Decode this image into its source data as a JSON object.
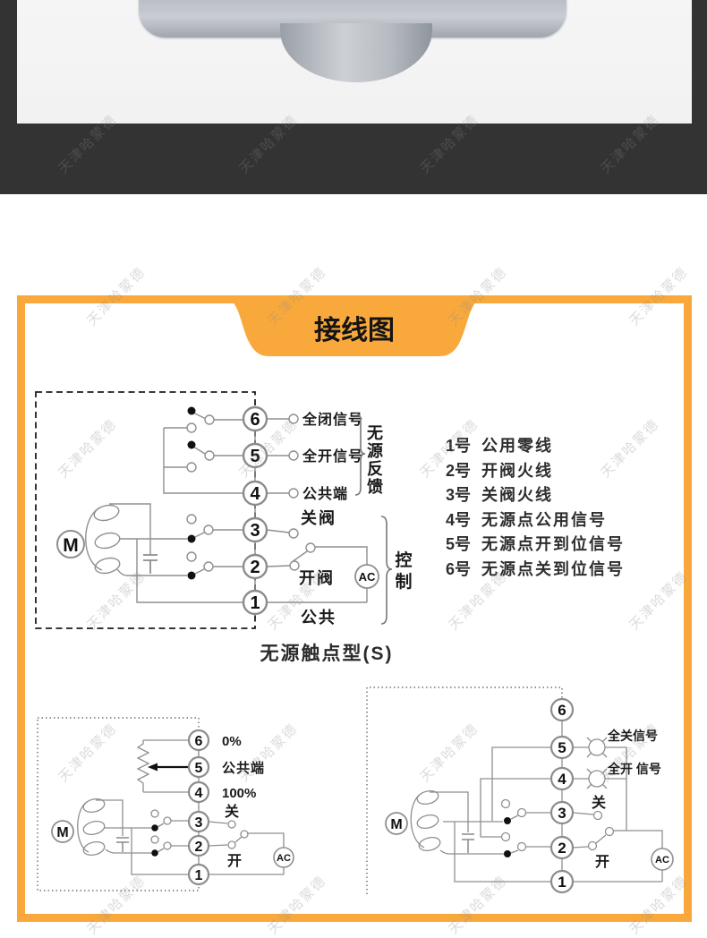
{
  "watermark": {
    "text": "天津哈蒙德"
  },
  "colors": {
    "accent_orange": "#F9A93C",
    "header_bg": "#333333"
  },
  "panel": {
    "title": "接线图"
  },
  "legend": {
    "items": [
      {
        "num": "1号",
        "label": "公用零线"
      },
      {
        "num": "2号",
        "label": "开阀火线"
      },
      {
        "num": "3号",
        "label": "关阀火线"
      },
      {
        "num": "4号",
        "label": "无源点公用信号"
      },
      {
        "num": "5号",
        "label": "无源点开到位信号"
      },
      {
        "num": "6号",
        "label": "无源点关到位信号"
      }
    ]
  },
  "diagram_s": {
    "caption": "无源触点型(S)",
    "motor_label": "M",
    "ac_label": "AC",
    "terminals": [
      {
        "num": "6",
        "label": "全闭信号"
      },
      {
        "num": "5",
        "label": "全开信号"
      },
      {
        "num": "4",
        "label": "公共端"
      },
      {
        "num": "3",
        "label": "关阀"
      },
      {
        "num": "2",
        "label": "开阀"
      },
      {
        "num": "1",
        "label": "公共"
      }
    ],
    "groups": [
      {
        "label": "无源反馈",
        "chars": [
          "无",
          "源",
          "反",
          "馈"
        ]
      },
      {
        "label": "控制",
        "chars": [
          "控",
          "制"
        ]
      }
    ]
  },
  "diagram_pot": {
    "motor_label": "M",
    "ac_label": "AC",
    "terminals": [
      {
        "num": "6",
        "label": "0%"
      },
      {
        "num": "5",
        "label": "公共端"
      },
      {
        "num": "4",
        "label": "100%"
      },
      {
        "num": "3",
        "label": "关"
      },
      {
        "num": "2",
        "label": "开"
      },
      {
        "num": "1",
        "label": ""
      }
    ]
  },
  "diagram_lamp": {
    "motor_label": "M",
    "ac_label": "AC",
    "terminals": [
      {
        "num": "6",
        "label": ""
      },
      {
        "num": "5",
        "label": "全关信号"
      },
      {
        "num": "4",
        "label": "全开 信号"
      },
      {
        "num": "3",
        "label": "关"
      },
      {
        "num": "2",
        "label": "开"
      },
      {
        "num": "1",
        "label": ""
      }
    ]
  }
}
